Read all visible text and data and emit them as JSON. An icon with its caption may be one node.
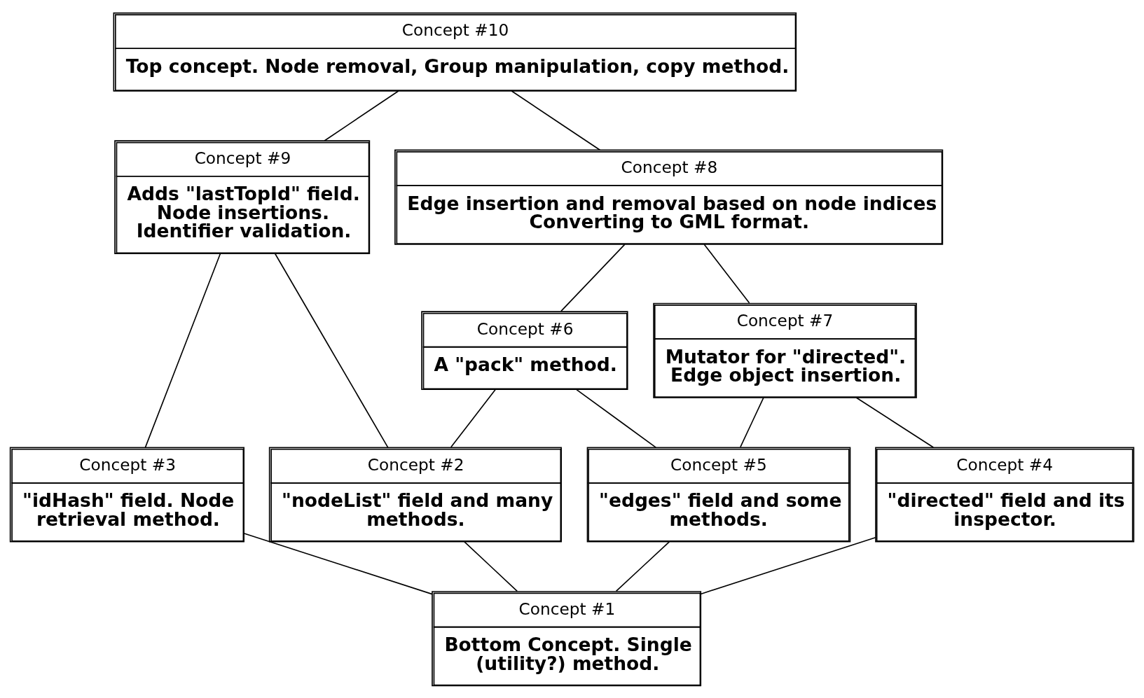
{
  "diagram": {
    "nodes": [
      {
        "text": [
          "Concept #10",
          "Top concept. Node removal, Group manipulation, copy method."
        ]
      },
      {
        "text": [
          "Concept #9",
          "Adds \"lastTopId\" field. Node insertions. Identifier validation."
        ]
      },
      {
        "text": [
          "Concept #8",
          "Edge insertion and removal based on node indices Converting to GML format."
        ]
      },
      {
        "text": [
          "Concept #6",
          "A \"pack\" method."
        ]
      },
      {
        "text": [
          "Concept #7",
          "Mutator for \"directed\". Edge object insertion."
        ]
      },
      {
        "text": [
          "Concept #3",
          "\"idHash\" field. Node retrieval method."
        ]
      },
      {
        "text": [
          "Concept #2",
          "\"nodeList\" field and many methods."
        ]
      },
      {
        "text": [
          "Concept #5",
          "\"edges\" field and some methods."
        ]
      },
      {
        "text": [
          "Concept #4",
          "\"directed\" field and its inspector."
        ]
      },
      {
        "text": [
          "Concept #1",
          "Bottom Concept. Single (utility?) method."
        ]
      }
    ],
    "edges": [
      {
        "from": 0,
        "to": 1,
        "arrow": "none"
      },
      {
        "from": 0,
        "to": 2,
        "arrow": "none"
      },
      {
        "from": 2,
        "to": 3,
        "arrow": "none"
      },
      {
        "from": 2,
        "to": 4,
        "arrow": "none"
      },
      {
        "from": 1,
        "to": 5,
        "arrow": "none"
      },
      {
        "from": 1,
        "to": 6,
        "arrow": "none"
      },
      {
        "from": 3,
        "to": 6,
        "arrow": "none"
      },
      {
        "from": 3,
        "to": 7,
        "arrow": "none"
      },
      {
        "from": 4,
        "to": 7,
        "arrow": "none"
      },
      {
        "from": 4,
        "to": 8,
        "arrow": "none"
      },
      {
        "from": 5,
        "to": 9,
        "arrow": "none"
      },
      {
        "from": 6,
        "to": 9,
        "arrow": "none"
      },
      {
        "from": 7,
        "to": 9,
        "arrow": "none"
      },
      {
        "from": 8,
        "to": 9,
        "arrow": "none"
      }
    ]
  }
}
